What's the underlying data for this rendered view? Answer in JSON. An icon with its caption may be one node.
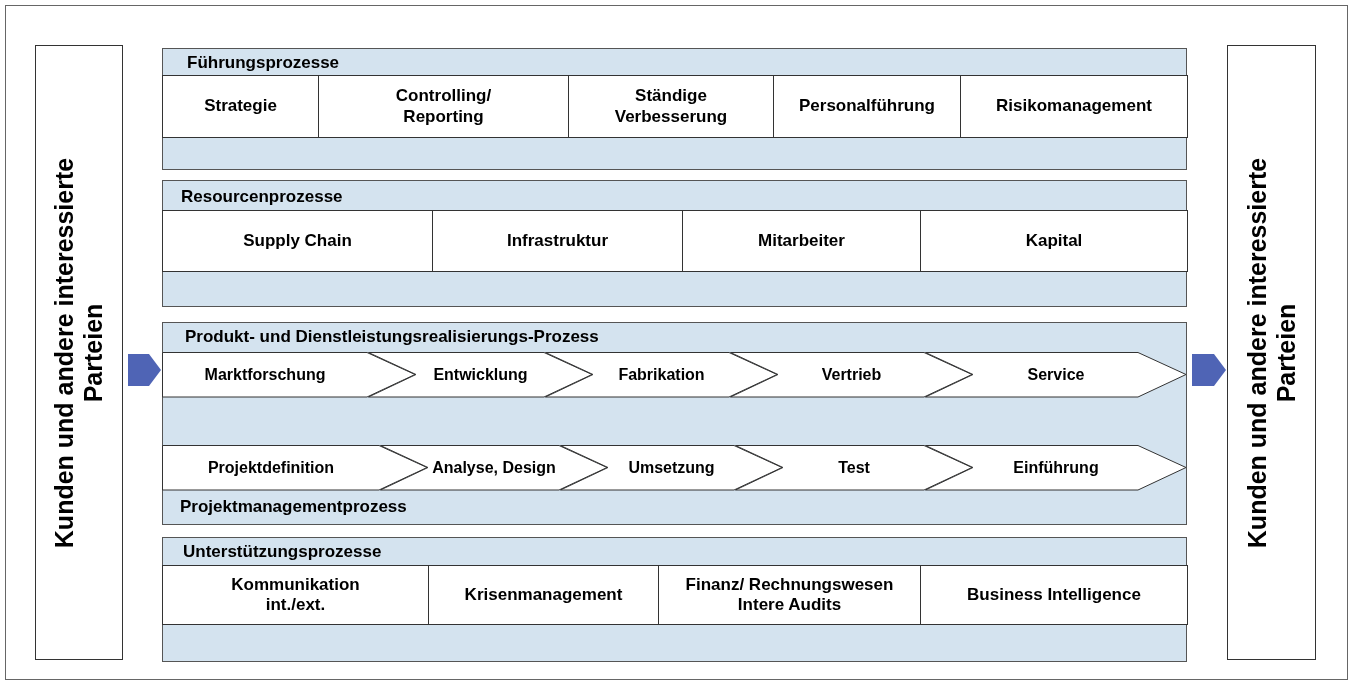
{
  "diagram": {
    "nodes": [
      {
        "text": [
          "Kunden und andere interessierte Parteien"
        ]
      },
      {
        "text": [
          "Kunden und andere interessierte Parteien"
        ]
      },
      {
        "text": [
          "Führungsprozesse"
        ]
      },
      {
        "text": [
          "Strategie"
        ],
        "in": 2
      },
      {
        "text": [
          "Controlling/ Reporting"
        ],
        "in": 2
      },
      {
        "text": [
          "Ständige Verbesserung"
        ],
        "in": 2
      },
      {
        "text": [
          "Personalführung"
        ],
        "in": 2
      },
      {
        "text": [
          "Risikomanagement"
        ],
        "in": 2
      },
      {
        "text": [
          "Resourcenprozesse"
        ]
      },
      {
        "text": [
          "Supply Chain"
        ],
        "in": 8
      },
      {
        "text": [
          "Infrastruktur"
        ],
        "in": 8
      },
      {
        "text": [
          "Mitarbeiter"
        ],
        "in": 8
      },
      {
        "text": [
          "Kapital"
        ],
        "in": 8
      },
      {
        "text": [
          "Produkt- und Dienstleistungsrealisierungs-Prozess",
          "Projektmanagementprozess"
        ]
      },
      {
        "text": [
          "Marktforschung"
        ],
        "in": 13
      },
      {
        "text": [
          "Entwicklung"
        ],
        "in": 13
      },
      {
        "text": [
          "Fabrikation"
        ],
        "in": 13
      },
      {
        "text": [
          "Vertrieb"
        ],
        "in": 13
      },
      {
        "text": [
          "Service"
        ],
        "in": 13
      },
      {
        "text": [
          "Projektdefinition"
        ],
        "in": 13
      },
      {
        "text": [
          "Analyse, Design"
        ],
        "in": 13
      },
      {
        "text": [
          "Umsetzung"
        ],
        "in": 13
      },
      {
        "text": [
          "Test"
        ],
        "in": 13
      },
      {
        "text": [
          "Einführung"
        ],
        "in": 13
      },
      {
        "text": [
          "Unterstützungsprozesse"
        ]
      },
      {
        "text": [
          "Kommunikation int./ext."
        ],
        "in": 24
      },
      {
        "text": [
          "Krisenmanagement"
        ],
        "in": 24
      },
      {
        "text": [
          "Finanz/ Rechnungswesen Intere Audits"
        ],
        "in": 24
      },
      {
        "text": [
          "Business Intelligence"
        ],
        "in": 24
      }
    ],
    "edges": [
      {
        "from": 0,
        "to": 13,
        "arrow": "to"
      },
      {
        "from": 13,
        "to": 1,
        "arrow": "to"
      }
    ]
  }
}
